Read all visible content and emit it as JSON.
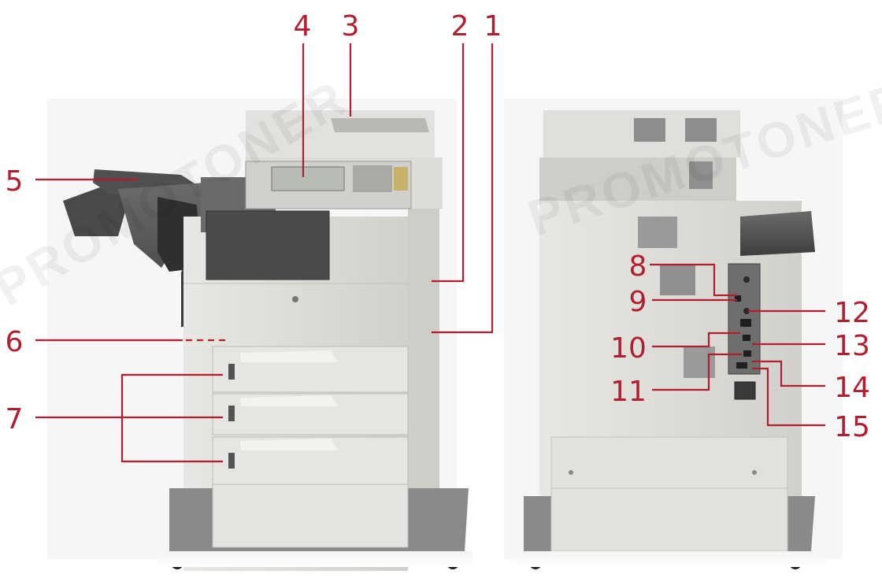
{
  "watermark": "PROMOTONER",
  "callouts": [
    "1",
    "2",
    "3",
    "4",
    "5",
    "6",
    "7",
    "8",
    "9",
    "10",
    "11",
    "12",
    "13",
    "14",
    "15"
  ],
  "colors": {
    "callout": "#b01e2f",
    "body": "#dedcd7",
    "dark": "#5a5a5a",
    "background": "#ffffff"
  }
}
